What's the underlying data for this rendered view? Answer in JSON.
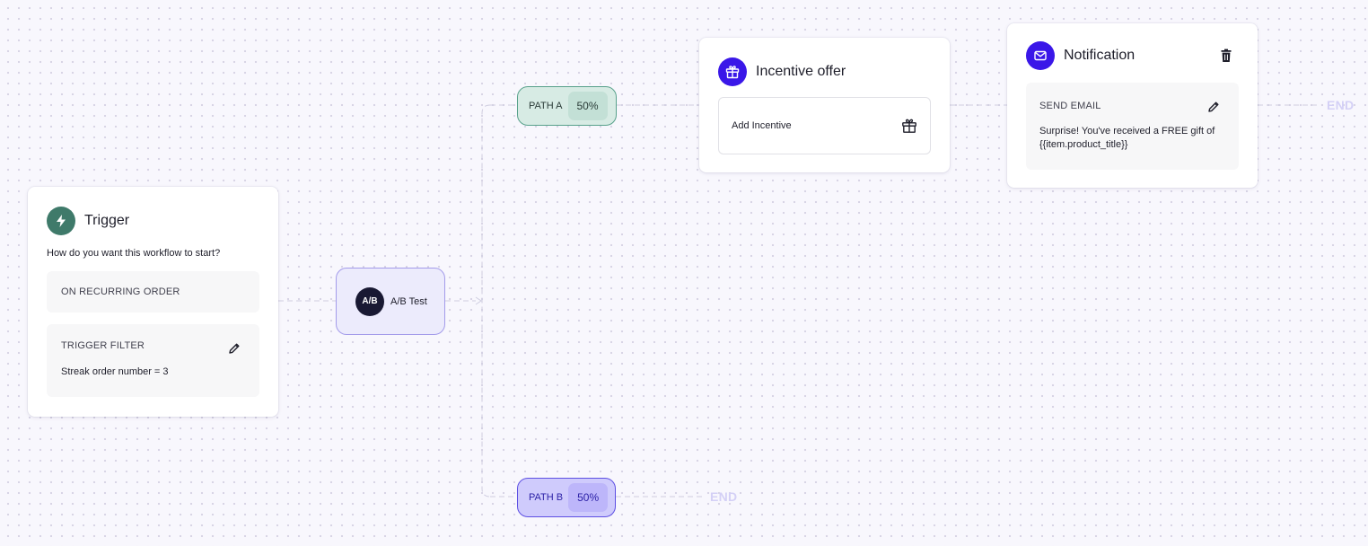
{
  "trigger": {
    "title": "Trigger",
    "question": "How do you want this workflow to start?",
    "event": "ON RECURRING ORDER",
    "filter_label": "TRIGGER FILTER",
    "filter_value": "Streak order number = 3",
    "icon": "lightning-icon",
    "icon_color": "#3f7a6a"
  },
  "ab_test": {
    "label": "A/B Test",
    "icon_text": "A/B"
  },
  "paths": [
    {
      "label": "PATH A",
      "percent": "50%",
      "color": "#58a18b"
    },
    {
      "label": "PATH B",
      "percent": "50%",
      "color": "#5d4fe3"
    }
  ],
  "incentive": {
    "title": "Incentive offer",
    "add_label": "Add Incentive",
    "icon": "gift-icon"
  },
  "notification": {
    "title": "Notification",
    "action_label": "SEND EMAIL",
    "message": "Surprise! You've received a FREE gift of {{item.product_title}}",
    "icon": "mail-icon"
  },
  "end_labels": {
    "path_a": "END",
    "path_b": "END"
  },
  "colors": {
    "accent": "#3a17e8",
    "trigger_green": "#3f7a6a",
    "end_text": "#d4d0f6"
  }
}
